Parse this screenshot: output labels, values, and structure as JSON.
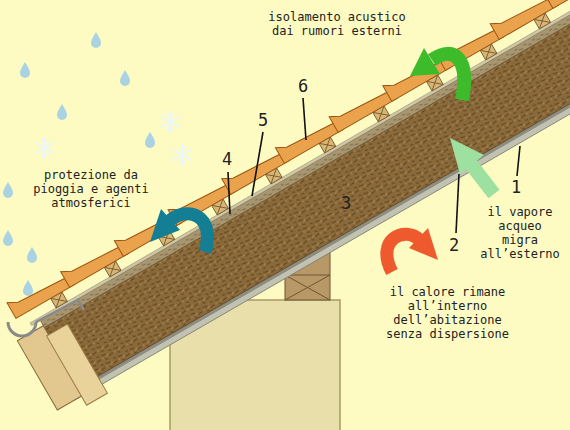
{
  "diagram": {
    "labels": [
      "isolamento acustico dai rumori esterni",
      "6",
      "5",
      "4",
      "3",
      "2",
      "1",
      "protezione da pioggia e agenti atmosferici",
      "il vapore acqueo migra all’esterno",
      "il calore rimane all’interno dell’abitazione senza dispersione"
    ]
  }
}
